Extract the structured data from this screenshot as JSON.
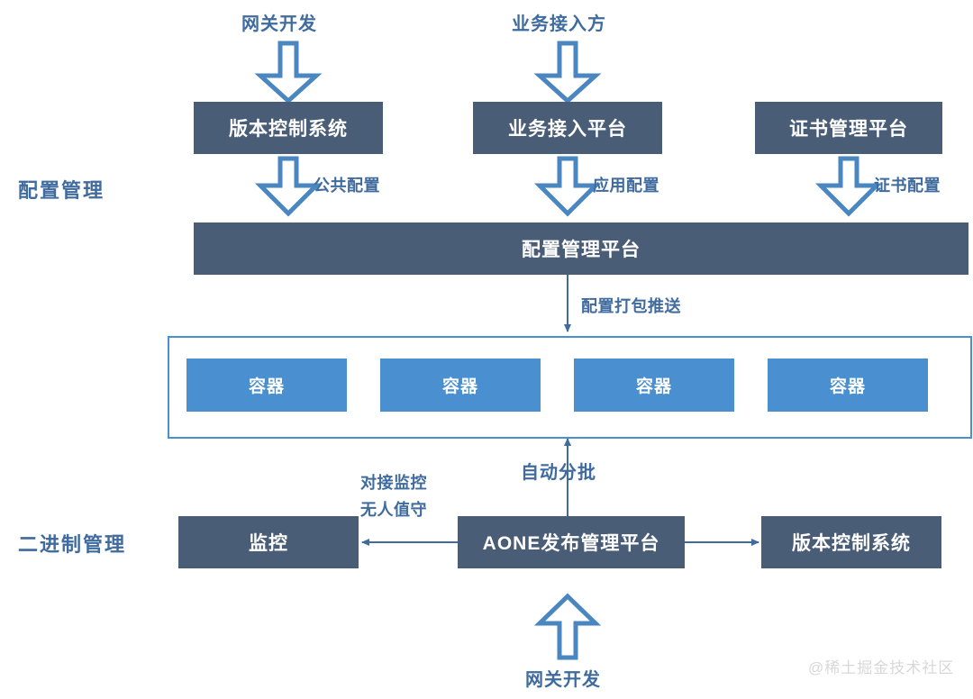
{
  "diagram": {
    "title_hidden": "",
    "accent_blue": "#4a90d0",
    "dark_slate": "#4a5d77",
    "text_blue": "#3f6b9e",
    "sections": [
      {
        "id": "config-management",
        "label": "配置管理"
      },
      {
        "id": "binary-management",
        "label": "二进制管理"
      }
    ],
    "top_actors": [
      {
        "id": "gateway-dev",
        "label": "网关开发"
      },
      {
        "id": "business-party",
        "label": "业务接入方"
      }
    ],
    "top_boxes": [
      {
        "id": "version-control-system",
        "label": "版本控制系统"
      },
      {
        "id": "business-access-platform",
        "label": "业务接入平台"
      },
      {
        "id": "certificate-management-platform",
        "label": "证书管理平台"
      }
    ],
    "config_arrow_labels": [
      {
        "id": "public-config",
        "label": "公共配置"
      },
      {
        "id": "app-config",
        "label": "应用配置"
      },
      {
        "id": "cert-config",
        "label": "证书配置"
      }
    ],
    "config_platform": {
      "id": "config-management-platform",
      "label": "配置管理平台"
    },
    "push_label": {
      "id": "config-package-push",
      "label": "配置打包推送"
    },
    "containers": [
      {
        "id": "container-1",
        "label": "容器"
      },
      {
        "id": "container-2",
        "label": "容器"
      },
      {
        "id": "container-3",
        "label": "容器"
      },
      {
        "id": "container-4",
        "label": "容器"
      }
    ],
    "auto_batch_label": {
      "id": "auto-batch",
      "label": "自动分批"
    },
    "monitor_labels": [
      {
        "id": "monitor-integration",
        "label": "对接监控"
      },
      {
        "id": "unattended",
        "label": "无人值守"
      }
    ],
    "bottom_boxes": [
      {
        "id": "monitoring",
        "label": "监控"
      },
      {
        "id": "aone-release-platform",
        "label": "AONE发布管理平台"
      },
      {
        "id": "version-control-system-bottom",
        "label": "版本控制系统"
      }
    ],
    "bottom_actor": {
      "id": "gateway-dev-bottom",
      "label": "网关开发"
    },
    "watermark": {
      "id": "watermark",
      "label": "@稀土掘金技术社区"
    }
  }
}
